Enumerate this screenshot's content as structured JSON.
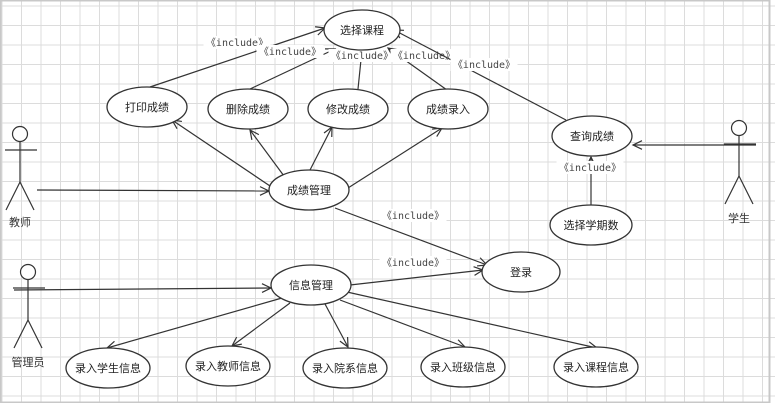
{
  "diagram": {
    "type": "use-case",
    "actors": [
      {
        "id": "teacher",
        "label": "教师"
      },
      {
        "id": "student",
        "label": "学生"
      },
      {
        "id": "admin",
        "label": "管理员"
      }
    ],
    "use_cases": [
      {
        "id": "select_course",
        "label": "选择课程"
      },
      {
        "id": "print_grade",
        "label": "打印成绩"
      },
      {
        "id": "delete_grade",
        "label": "删除成绩"
      },
      {
        "id": "modify_grade",
        "label": "修改成绩"
      },
      {
        "id": "enter_grade",
        "label": "成绩录入"
      },
      {
        "id": "query_grade",
        "label": "查询成绩"
      },
      {
        "id": "grade_mgmt",
        "label": "成绩管理"
      },
      {
        "id": "select_term",
        "label": "选择学期数"
      },
      {
        "id": "login",
        "label": "登录"
      },
      {
        "id": "info_mgmt",
        "label": "信息管理"
      },
      {
        "id": "enter_student",
        "label": "录入学生信息"
      },
      {
        "id": "enter_teacher",
        "label": "录入教师信息"
      },
      {
        "id": "enter_dept",
        "label": "录入院系信息"
      },
      {
        "id": "enter_class",
        "label": "录入班级信息"
      },
      {
        "id": "enter_course",
        "label": "录入课程信息"
      }
    ],
    "relations": [
      {
        "id": "r1",
        "from": "print_grade",
        "to": "select_course",
        "label": "《include》"
      },
      {
        "id": "r2",
        "from": "delete_grade",
        "to": "select_course",
        "label": "《include》"
      },
      {
        "id": "r3",
        "from": "modify_grade",
        "to": "select_course",
        "label": "《include》"
      },
      {
        "id": "r4",
        "from": "enter_grade",
        "to": "select_course",
        "label": "《include》"
      },
      {
        "id": "r5",
        "from": "query_grade",
        "to": "select_course",
        "label": "《include》"
      },
      {
        "id": "r6",
        "from": "grade_mgmt",
        "to": "print_grade",
        "label": ""
      },
      {
        "id": "r7",
        "from": "grade_mgmt",
        "to": "delete_grade",
        "label": ""
      },
      {
        "id": "r8",
        "from": "grade_mgmt",
        "to": "modify_grade",
        "label": ""
      },
      {
        "id": "r9",
        "from": "grade_mgmt",
        "to": "enter_grade",
        "label": ""
      },
      {
        "id": "r10",
        "from": "teacher",
        "to": "grade_mgmt",
        "label": ""
      },
      {
        "id": "r11",
        "from": "grade_mgmt",
        "to": "login",
        "label": "《include》"
      },
      {
        "id": "r12",
        "from": "student",
        "to": "query_grade",
        "label": ""
      },
      {
        "id": "r13",
        "from": "select_term",
        "to": "query_grade",
        "label": "《include》"
      },
      {
        "id": "r14",
        "from": "admin",
        "to": "info_mgmt",
        "label": ""
      },
      {
        "id": "r15",
        "from": "info_mgmt",
        "to": "login",
        "label": "《include》"
      },
      {
        "id": "r16",
        "from": "info_mgmt",
        "to": "enter_student",
        "label": ""
      },
      {
        "id": "r17",
        "from": "info_mgmt",
        "to": "enter_teacher",
        "label": ""
      },
      {
        "id": "r18",
        "from": "info_mgmt",
        "to": "enter_dept",
        "label": ""
      },
      {
        "id": "r19",
        "from": "info_mgmt",
        "to": "enter_class",
        "label": ""
      },
      {
        "id": "r20",
        "from": "info_mgmt",
        "to": "enter_course",
        "label": ""
      }
    ]
  }
}
